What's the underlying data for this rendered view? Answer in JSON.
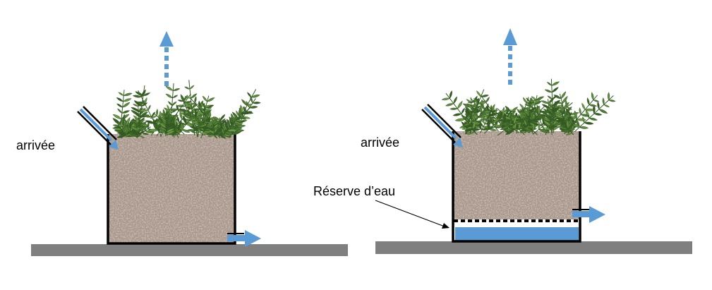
{
  "labels": {
    "inlet_left": "arrivée",
    "inlet_right": "arrivée",
    "reserve": "Réserve d’eau"
  },
  "colors": {
    "water": "#5b9bd5",
    "ground": "#7f7f7f",
    "outline": "#000000",
    "soil": "#a8968a",
    "foliage": "#4e7a34"
  },
  "icons": {
    "evaporation": "dotted-up-arrow-icon",
    "inlet": "diagonal-pipe-arrow-icon",
    "outlet": "right-arrow-icon",
    "plants": "fern-plants-icon"
  }
}
